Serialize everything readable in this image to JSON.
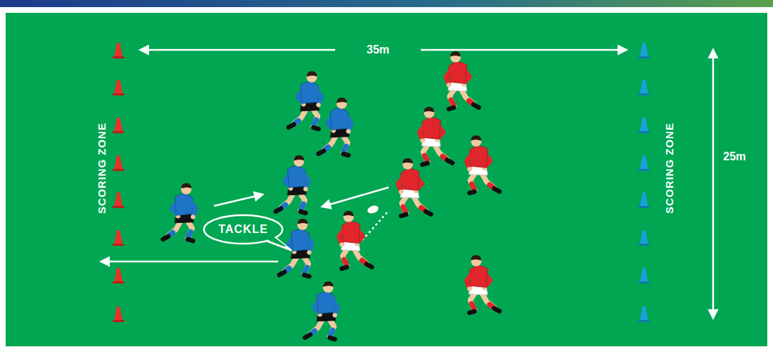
{
  "diagram": {
    "nodes": [
      {
        "text": [
          "TACKLE"
        ]
      }
    ],
    "labels": [
      "35m",
      "25m",
      "SCORING ZONE",
      "SCORING ZONE"
    ]
  }
}
